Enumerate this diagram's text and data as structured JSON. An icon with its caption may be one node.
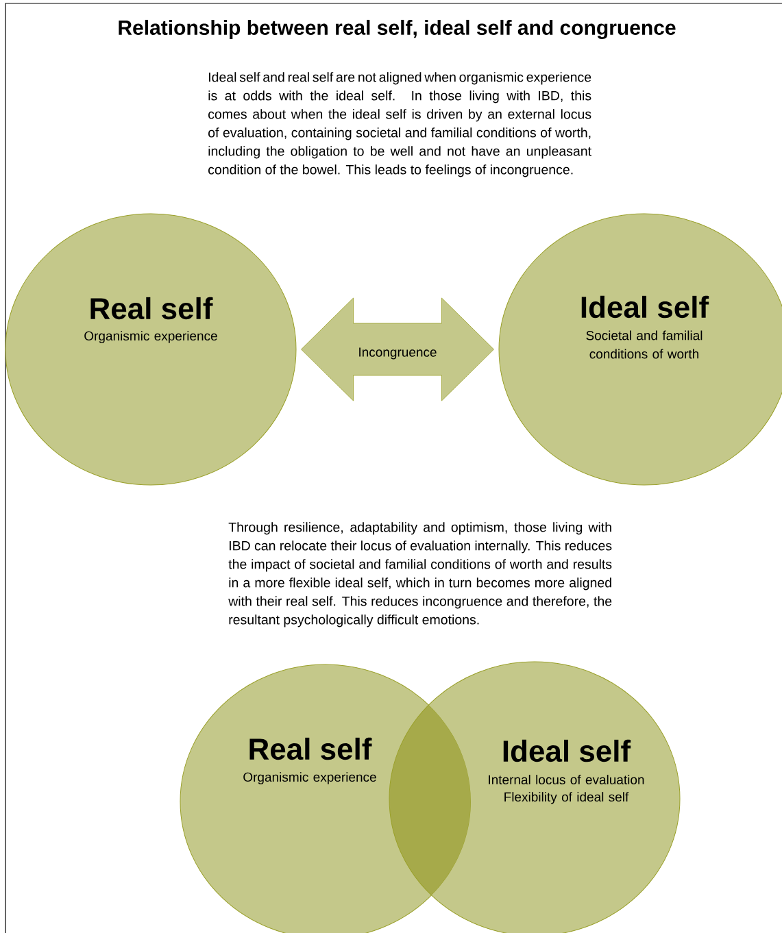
{
  "diagram": {
    "title": "Relationship between real self, ideal self and congruence",
    "nodes": [
      {
        "text": [
          "Real self",
          "Organismic experience"
        ]
      },
      {
        "text": [
          "Ideal self",
          "Societal and familial conditions of worth"
        ]
      },
      {
        "text": [
          "Real self",
          "Organismic experience"
        ]
      },
      {
        "text": [
          "Ideal self",
          "Internal locus of evaluation",
          "Flexibility of ideal self"
        ]
      }
    ],
    "edges": [
      {
        "from": 0,
        "to": 1,
        "arrow": "both",
        "label": "Incongruence"
      }
    ],
    "labels": [
      "Ideal self and real self are not aligned when organismic experience is at odds with the ideal self. In those living with IBD, this comes about when the ideal self is driven by an external locus of evaluation, containing societal and familial conditions of worth, including the obligation to be well and not have an unpleasant condition of the bowel. This leads to feelings of incongruence.",
      "Through resilience, adaptability and optimism, those living with IBD can relocate their locus of evaluation internally. This reduces the impact of societal and familial conditions of worth and results in a more flexible ideal self, which in turn becomes more aligned with their real self. This reduces incongruence and therefore, the resultant psychologically difficult emotions."
    ]
  }
}
